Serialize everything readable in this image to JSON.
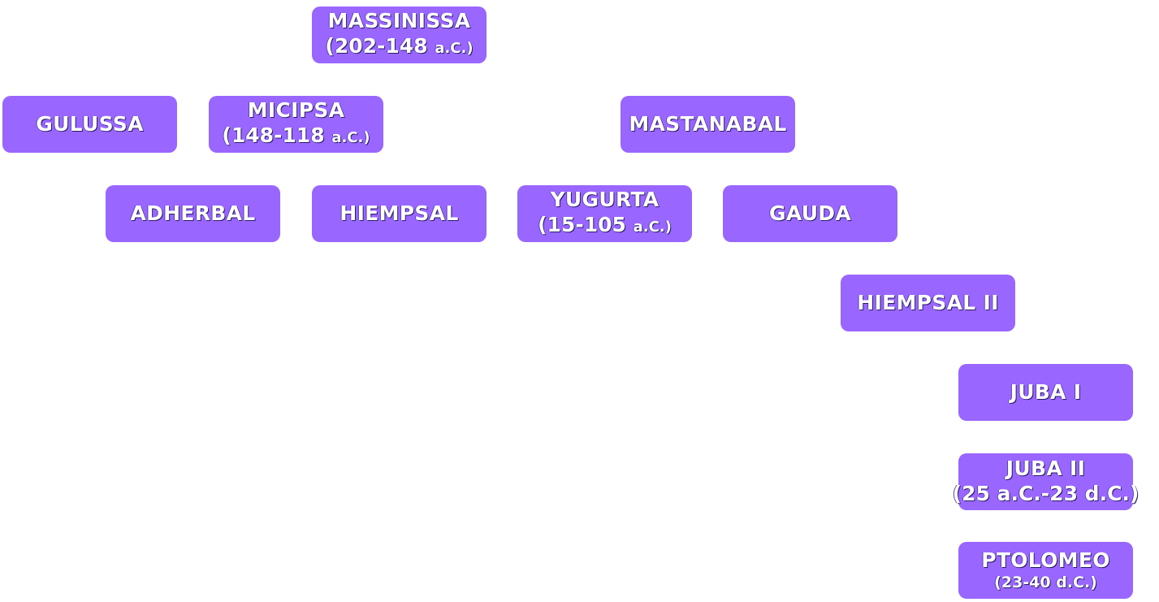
{
  "diagram": {
    "title": "",
    "box_color": "#9966FF",
    "text_color": "#FFFFFF",
    "nodes": [
      {
        "id": "massinissa",
        "name": "MASSINISSA",
        "dates": "(202-148",
        "era": "a.C.)"
      },
      {
        "id": "gulussa",
        "name": "GULUSSA"
      },
      {
        "id": "micipsa",
        "name": "MICIPSA",
        "dates": "(148-118",
        "era": "a.C.)"
      },
      {
        "id": "mastanabal",
        "name": "MASTANABAL"
      },
      {
        "id": "adherbal",
        "name": "ADHERBAL"
      },
      {
        "id": "hiempsal",
        "name": "HIEMPSAL"
      },
      {
        "id": "yugurta",
        "name": "YUGURTA",
        "dates": "(15-105",
        "era": "a.C.)"
      },
      {
        "id": "gauda",
        "name": "GAUDA"
      },
      {
        "id": "hiempsal-ii",
        "name": "HIEMPSAL II"
      },
      {
        "id": "juba-i",
        "name": "JUBA I"
      },
      {
        "id": "juba-ii",
        "name": "JUBA II",
        "dates": "(25 a.C.-23 d.C.)"
      },
      {
        "id": "ptolomeo",
        "name": "PTOLOMEO",
        "dates": "(23-40 d.C.)"
      }
    ]
  }
}
